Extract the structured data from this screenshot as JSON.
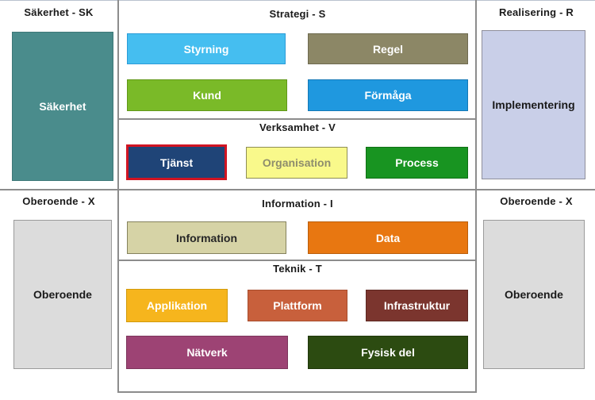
{
  "left_column": {
    "top": {
      "header": "Säkerhet - SK",
      "box_label": "Säkerhet"
    },
    "bottom": {
      "header": "Oberoende - X",
      "box_label": "Oberoende"
    }
  },
  "middle_column": {
    "strategi": {
      "header": "Strategi - S",
      "boxes": {
        "styrning": "Styrning",
        "regel": "Regel",
        "kund": "Kund",
        "formaga": "Förmåga"
      }
    },
    "verksamhet": {
      "header": "Verksamhet - V",
      "boxes": {
        "tjanst": "Tjänst",
        "organisation": "Organisation",
        "process": "Process"
      }
    },
    "information": {
      "header": "Information - I",
      "boxes": {
        "information": "Information",
        "data": "Data"
      }
    },
    "teknik": {
      "header": "Teknik - T",
      "boxes": {
        "applikation": "Applikation",
        "plattform": "Plattform",
        "infrastruktur": "Infrastruktur",
        "natverk": "Nätverk",
        "fysisk_del": "Fysisk del"
      }
    }
  },
  "right_column": {
    "top": {
      "header": "Realisering - R",
      "box_label": "Implementering"
    },
    "bottom": {
      "header": "Oberoende - X",
      "box_label": "Oberoende"
    }
  },
  "selection": {
    "selected_box": "Tjänst",
    "highlight_color": "#d11422"
  },
  "colors": {
    "sakerhet": "#4a8c8c",
    "oberoende": "#dcdcdc",
    "implementering": "#c9cfe8",
    "styrning": "#45bef0",
    "regel": "#8c8766",
    "kund": "#7aba28",
    "formaga": "#1f98df",
    "tjanst": "#1f4477",
    "organisation": "#f9f98b",
    "process": "#189421",
    "information": "#d6d3a6",
    "data": "#e87711",
    "applikation": "#f6b51d",
    "plattform": "#c8603c",
    "infrastruktur": "#7b352e",
    "natverk": "#9d4374",
    "fysisk_del": "#2c4b11",
    "grid_line": "#8c8c8c"
  }
}
